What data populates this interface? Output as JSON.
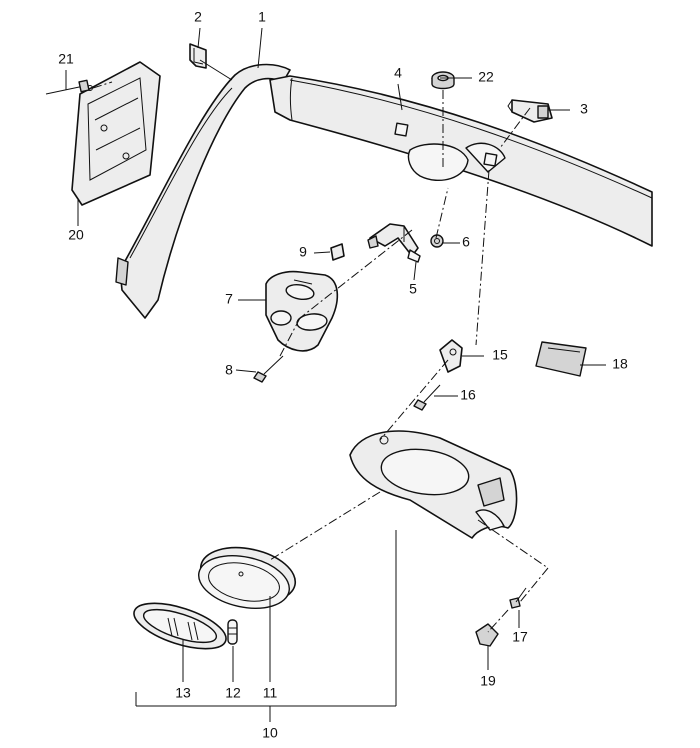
{
  "callouts": {
    "c1": "1",
    "c2": "2",
    "c3": "3",
    "c4": "4",
    "c5": "5",
    "c6": "6",
    "c7": "7",
    "c8": "8",
    "c9": "9",
    "c10": "10",
    "c11": "11",
    "c12": "12",
    "c13": "13",
    "c15": "15",
    "c16": "16",
    "c17": "17",
    "c18": "18",
    "c19": "19",
    "c20": "20",
    "c21": "21",
    "c22": "22"
  },
  "colors": {
    "line": "#111111",
    "fill": "#ededed",
    "background": "#ffffff"
  }
}
